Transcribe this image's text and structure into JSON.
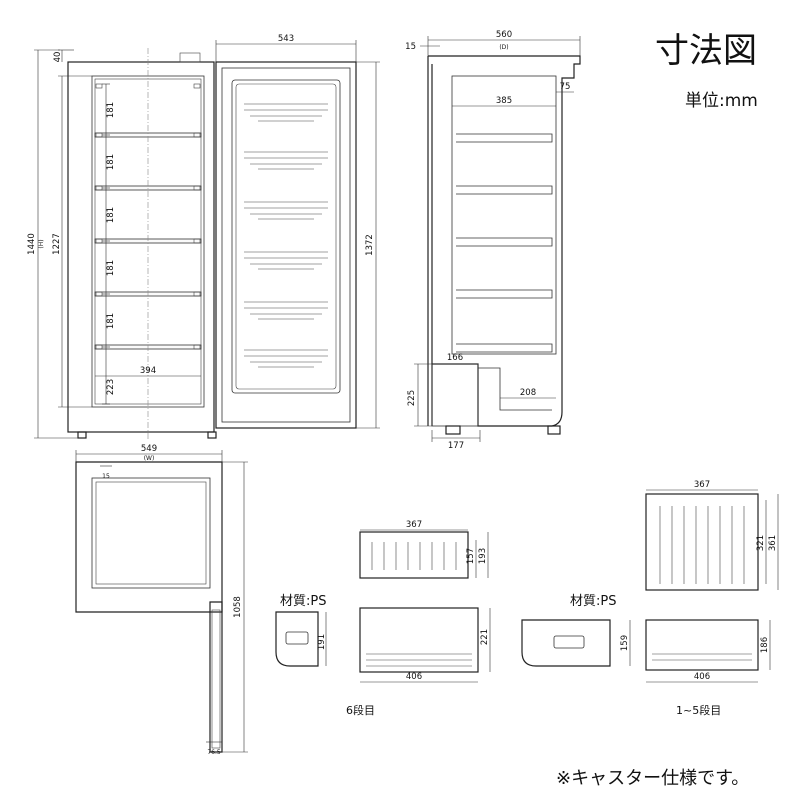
{
  "header": {
    "title": "寸法図",
    "unit": "単位:mm"
  },
  "footnote": "※キャスター仕様です。",
  "front_view": {
    "top_gap": "40",
    "overall_height": "1440",
    "overall_height_code": "(H)",
    "inner_height": "1227",
    "door_width": "543",
    "door_height": "1372",
    "shelf_pitch": [
      "181",
      "181",
      "181",
      "181",
      "181"
    ],
    "bottom_compartment_height": "223",
    "inner_width": "394"
  },
  "side_view": {
    "depth": "560",
    "depth_code": "(D)",
    "top_offset": "15",
    "back_step": "75",
    "shelf_depth": "385",
    "machine_box_width": "166",
    "machine_box_height": "225",
    "bottom_depth": "208",
    "foot_width": "177"
  },
  "top_view": {
    "width": "549",
    "width_code": "(W)",
    "hinge_offset": "15",
    "door_swing": "1058",
    "door_thickness": "76.5"
  },
  "basket_6": {
    "width_top": "367",
    "height_a": "157",
    "height_b": "193",
    "material": "材質:PS",
    "small_height": "191",
    "bottom_width": "406",
    "bottom_height": "221",
    "caption": "6段目"
  },
  "basket_1_5": {
    "width_top": "367",
    "height_a": "321",
    "height_b": "361",
    "material": "材質:PS",
    "small_height": "159",
    "bottom_width": "406",
    "bottom_height": "186",
    "caption": "1~5段目"
  }
}
